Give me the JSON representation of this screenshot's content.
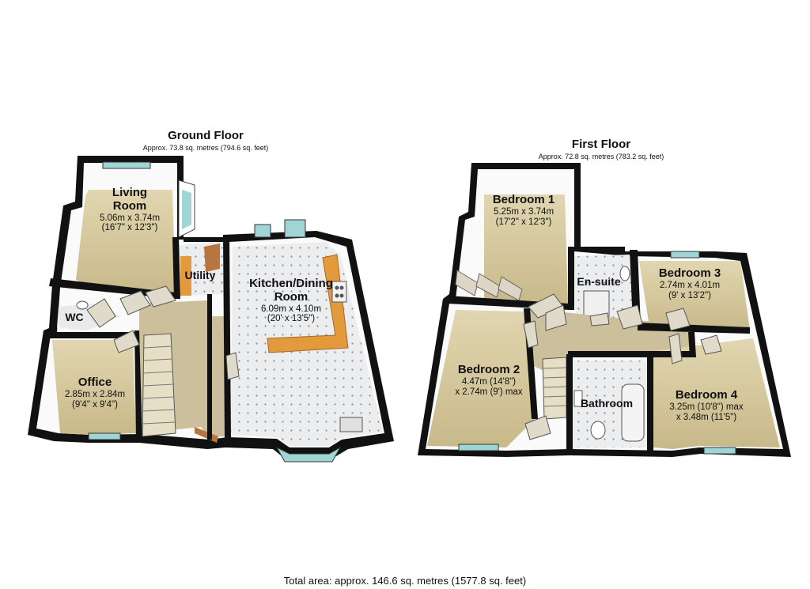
{
  "ground_floor": {
    "title": "Ground Floor",
    "area": "Approx. 73.8 sq. metres (794.6 sq. feet)",
    "rooms": {
      "living_room": {
        "name_line1": "Living",
        "name_line2": "Room",
        "dim1": "5.06m x 3.74m",
        "dim2": "(16'7\" x 12'3\")"
      },
      "utility": {
        "name": "Utility"
      },
      "kitchen": {
        "name_line1": "Kitchen/Dining",
        "name_line2": "Room",
        "dim1": "6.09m x 4.10m",
        "dim2": "(20' x 13'5\")"
      },
      "wc": {
        "name": "WC"
      },
      "office": {
        "name": "Office",
        "dim1": "2.85m x 2.84m",
        "dim2": "(9'4\" x 9'4\")"
      }
    }
  },
  "first_floor": {
    "title": "First Floor",
    "area": "Approx. 72.8 sq. metres (783.2 sq. feet)",
    "rooms": {
      "bedroom1": {
        "name": "Bedroom 1",
        "dim1": "5.25m x 3.74m",
        "dim2": "(17'2\" x 12'3\")"
      },
      "ensuite": {
        "name": "En-suite"
      },
      "bedroom3": {
        "name": "Bedroom 3",
        "dim1": "2.74m x 4.01m",
        "dim2": "(9' x 13'2\")"
      },
      "bedroom2": {
        "name": "Bedroom 2",
        "dim1": "4.47m (14'8\")",
        "dim2": "x 2.74m (9') max"
      },
      "bathroom": {
        "name": "Bathroom"
      },
      "bedroom4": {
        "name": "Bedroom 4",
        "dim1": "3.25m (10'8\") max",
        "dim2": "x 3.48m (11'5\")"
      }
    }
  },
  "total_area": "Total area: approx. 146.6 sq. metres (1577.8 sq. feet)",
  "colors": {
    "wall": "#111111",
    "wall_side": "#ffffff",
    "carpet": "#cdbf95",
    "tile": "#e9eaec",
    "hall_floor": "#cbbf9c",
    "worktop": "#e39a3d",
    "window_glass": "#9fd5d5",
    "stairs": "#e6dfc6",
    "door": "#d9d2c0"
  }
}
